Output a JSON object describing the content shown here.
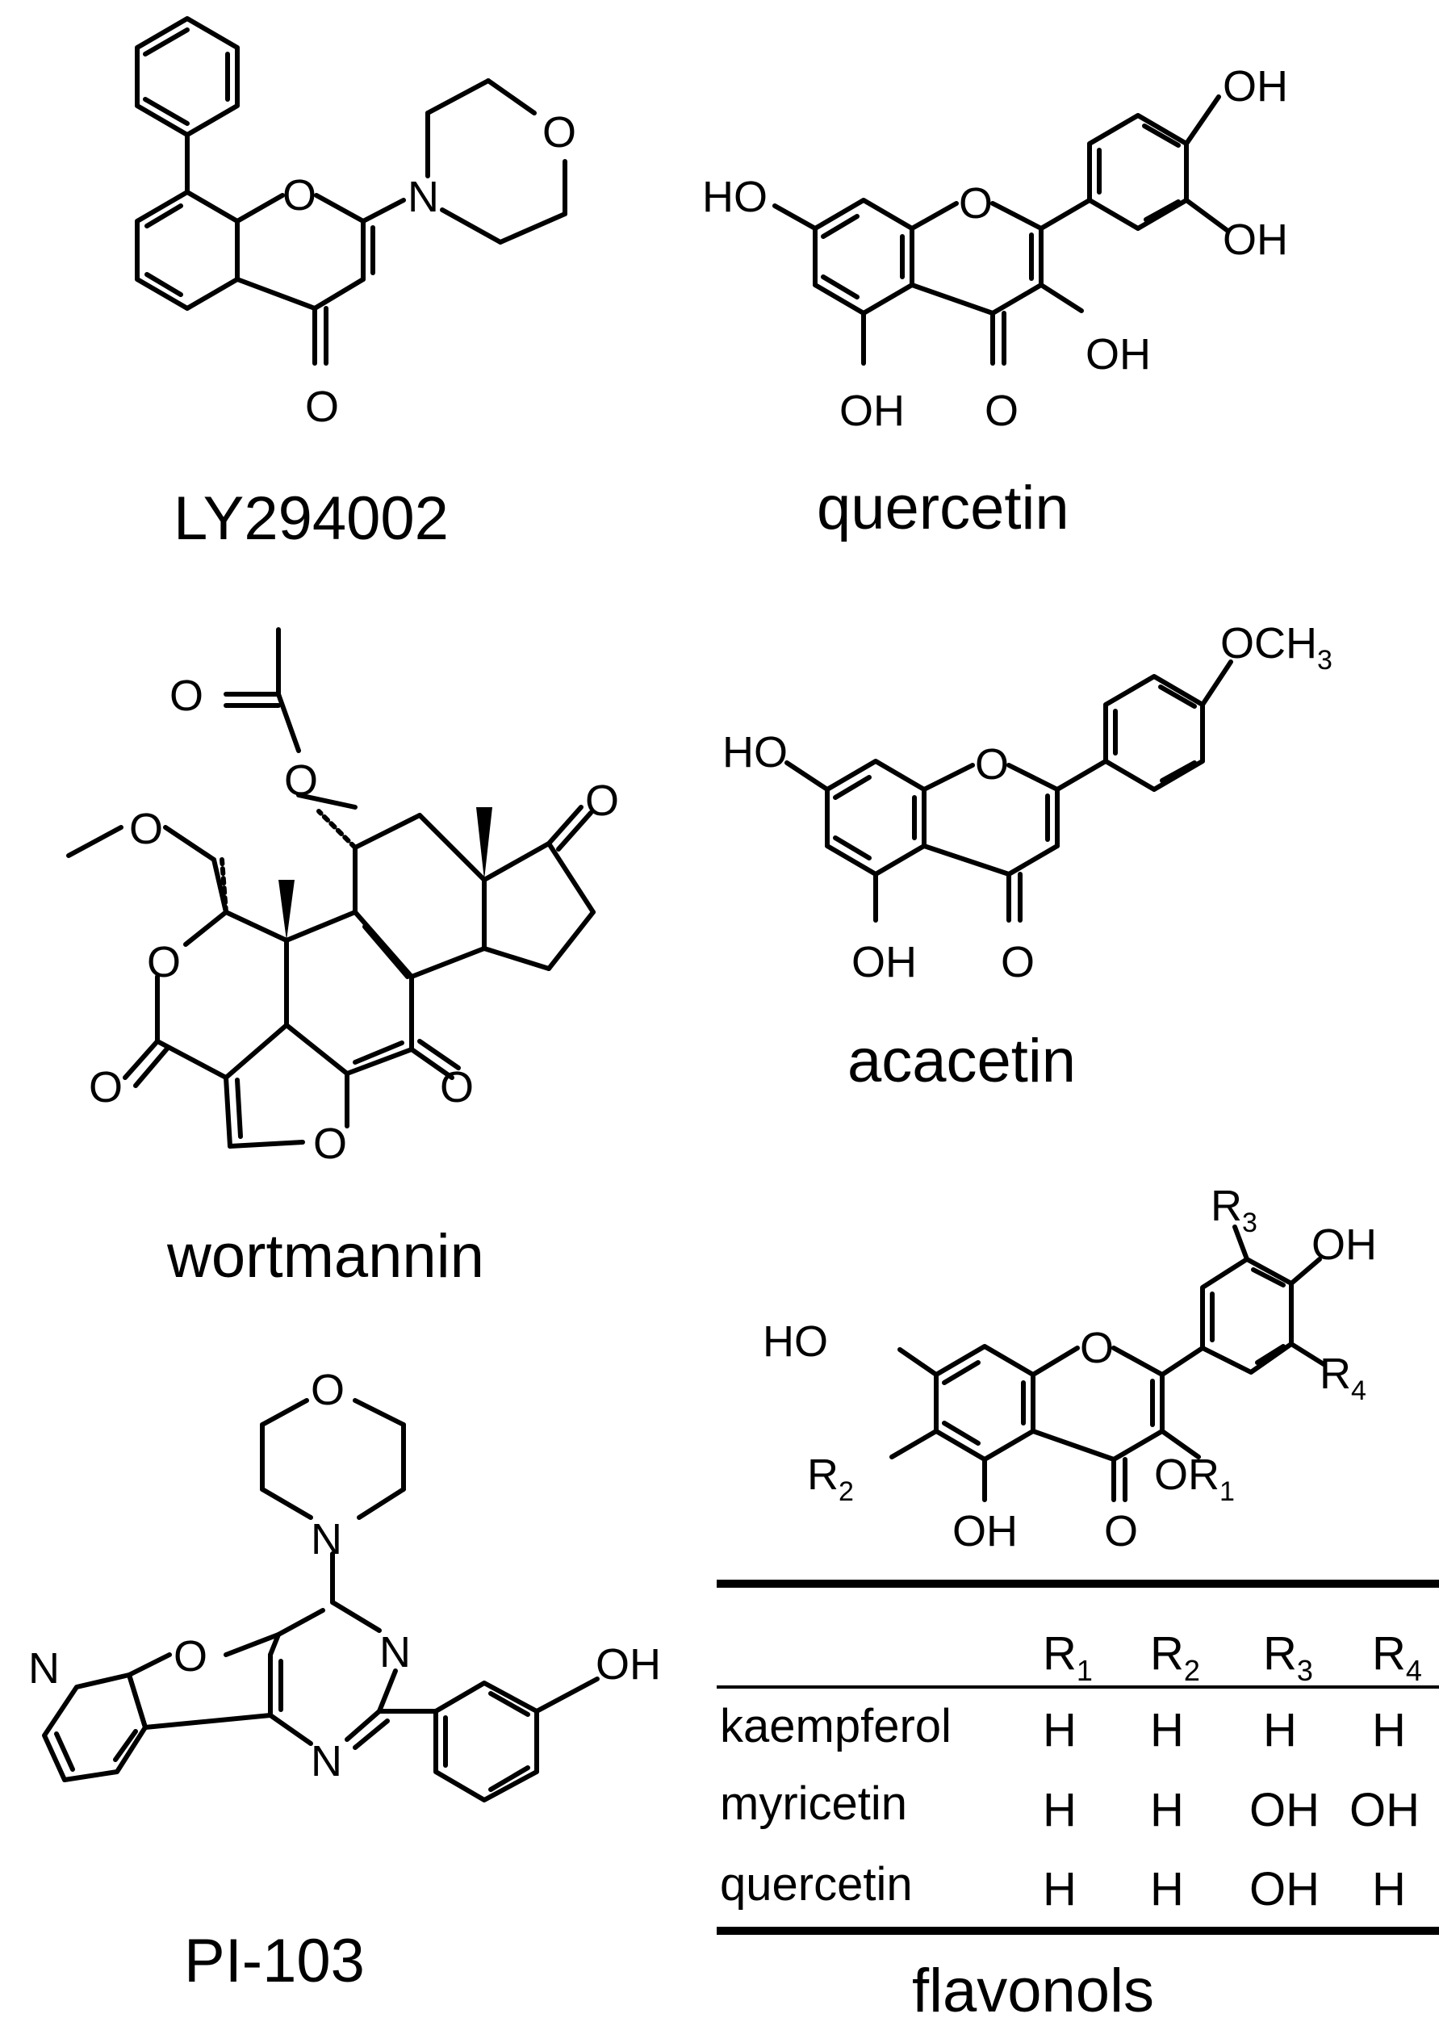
{
  "captions": {
    "ly294002": "LY294002",
    "quercetin": "quercetin",
    "wortmannin": "wortmannin",
    "acacetin": "acacetin",
    "pi103": "PI-103",
    "flavonols": "flavonols"
  },
  "labels": {
    "O": "O",
    "N": "N",
    "OH": "OH",
    "HO": "HO",
    "OCH": "OCH",
    "three": "3",
    "R": "R",
    "one": "1",
    "two": "2",
    "four": "4",
    "ORprefix": "OR"
  },
  "table": {
    "headers": [
      {
        "base": "R",
        "sub": "1"
      },
      {
        "base": "R",
        "sub": "2"
      },
      {
        "base": "R",
        "sub": "3"
      },
      {
        "base": "R",
        "sub": "4"
      }
    ],
    "rows": [
      {
        "name": "kaempferol",
        "cells": [
          "H",
          "H",
          "H",
          "H"
        ]
      },
      {
        "name": "myricetin",
        "cells": [
          "H",
          "H",
          "OH",
          "OH"
        ]
      },
      {
        "name": "quercetin",
        "cells": [
          "H",
          "H",
          "OH",
          "H"
        ]
      }
    ]
  }
}
